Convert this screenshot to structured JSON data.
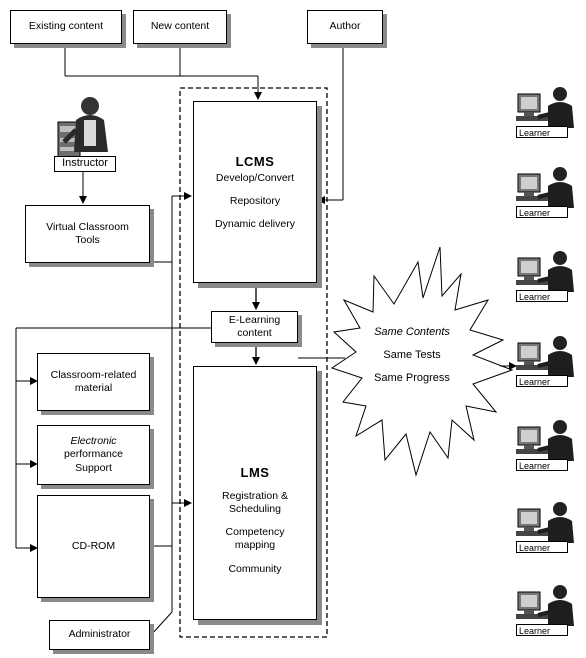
{
  "top": {
    "existing_content": "Existing content",
    "new_content": "New content",
    "author": "Author"
  },
  "instructor_label": "Instructor",
  "left_boxes": {
    "virtual_classroom": "Virtual Classroom Tools",
    "classroom_material": "Classroom-related material",
    "eps_line1": "Electronic",
    "eps_line2": "performance Support",
    "cdrom": "CD-ROM",
    "administrator": "Administrator"
  },
  "lcms": {
    "title": "LCMS",
    "item1": "Develop/Convert",
    "item2": "Repository",
    "item3": "Dynamic delivery"
  },
  "elearning": "E-Learning content",
  "lms": {
    "title": "LMS",
    "item1": "Registration & Scheduling",
    "item2": "Competency mapping",
    "item3": "Community"
  },
  "star": {
    "line1": "Same Contents",
    "line2": "Same Tests",
    "line3": "Same Progress"
  },
  "learners": [
    "Learner",
    "Learner",
    "Learner",
    "Learner",
    "Learner",
    "Learner",
    "Learner"
  ]
}
